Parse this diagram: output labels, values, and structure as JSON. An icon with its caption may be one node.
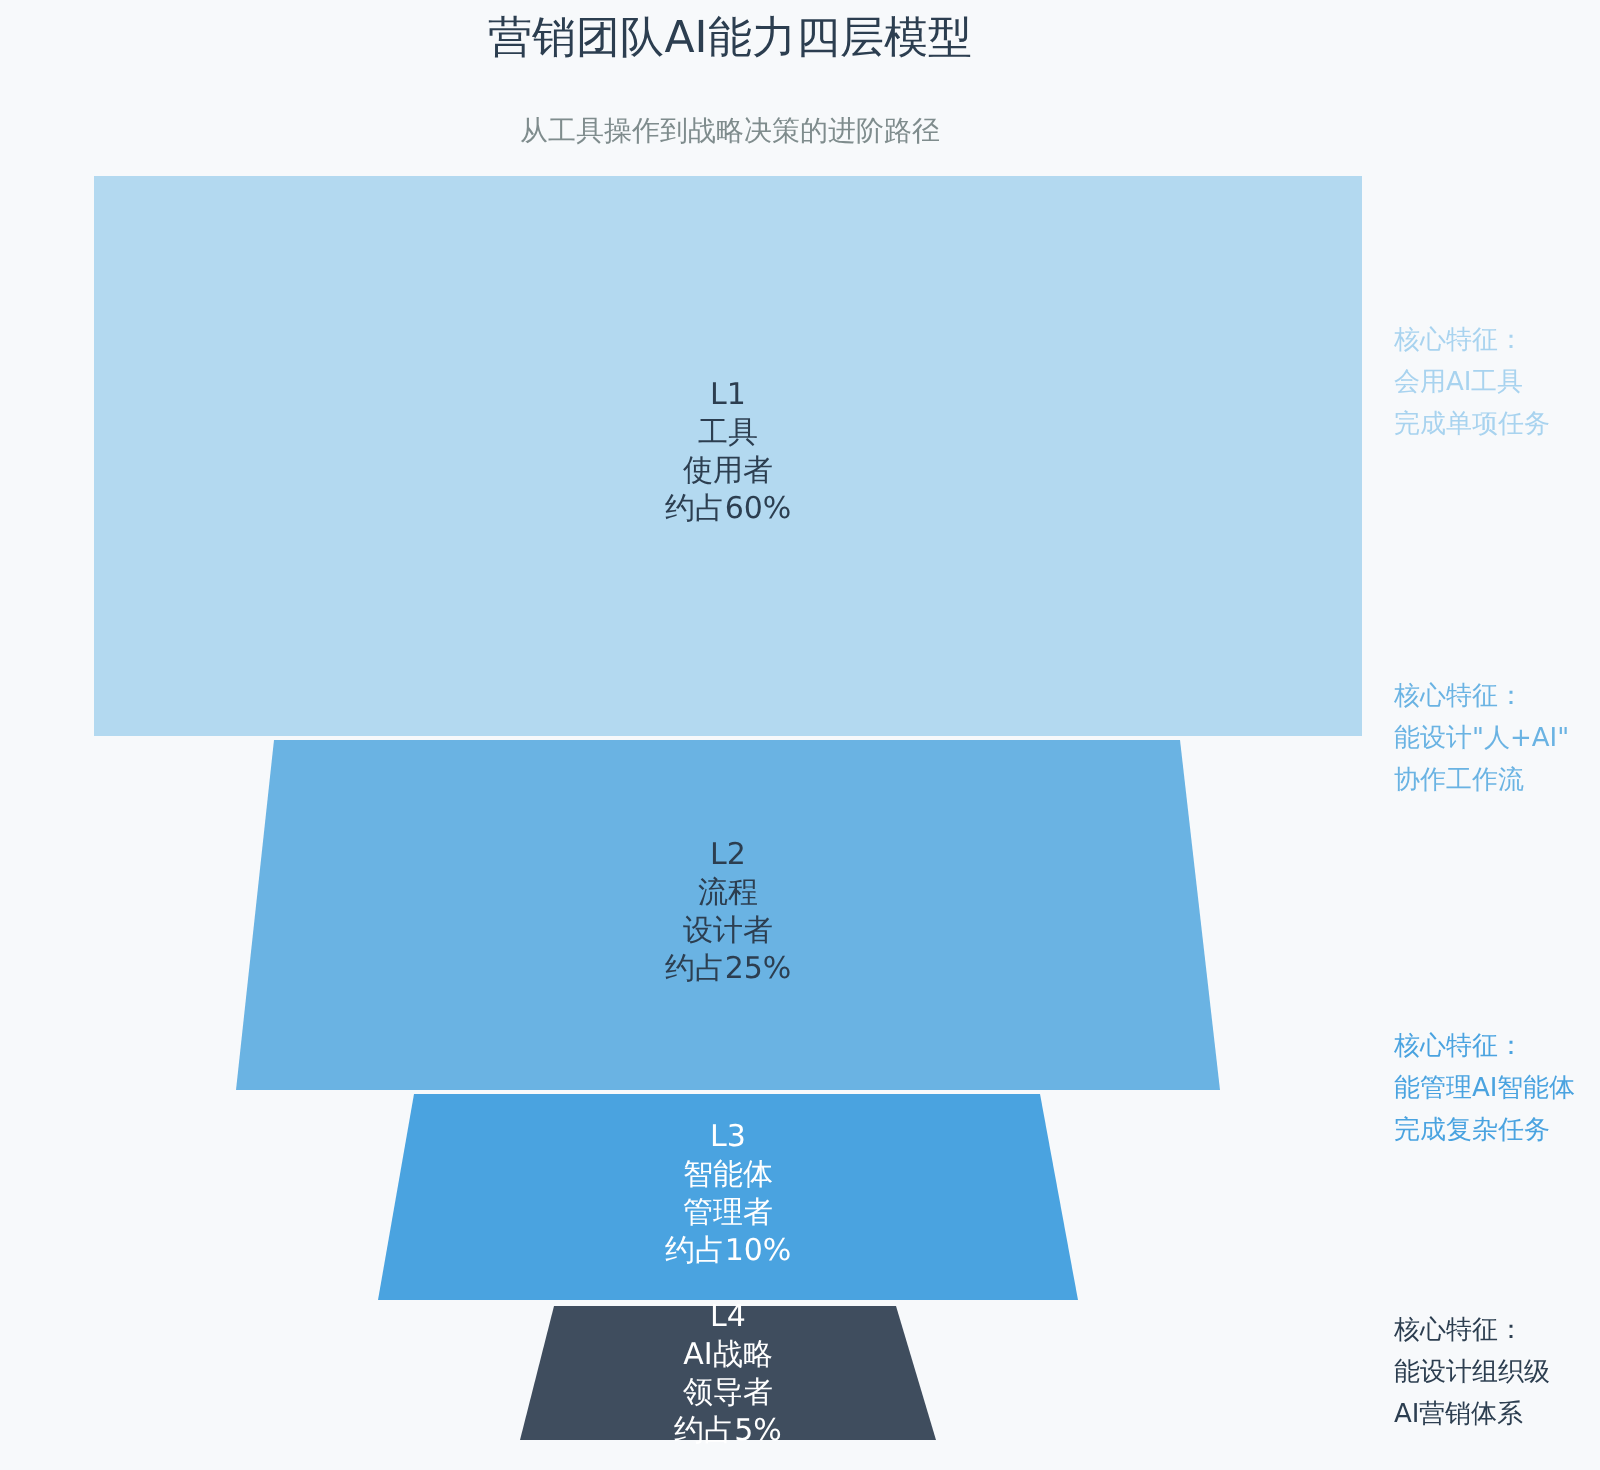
{
  "diagram": {
    "title": "营销团队AI能力四层模型",
    "caption": "从工具操作到战略决策的进阶路径",
    "nodes": [
      {
        "text": [
          "L1",
          "工具",
          "使用者",
          "约占60%"
        ],
        "beside": [
          "核心特征：",
          "会用AI工具",
          "完成单项任务"
        ]
      },
      {
        "text": [
          "L2",
          "流程",
          "设计者",
          "约占25%"
        ],
        "beside": [
          "核心特征：",
          "能设计\"人+AI\"",
          "协作工作流"
        ]
      },
      {
        "text": [
          "L3",
          "智能体",
          "管理者",
          "约占10%"
        ],
        "beside": [
          "核心特征：",
          "能管理AI智能体",
          "完成复杂任务"
        ]
      },
      {
        "text": [
          "L4",
          "AI战略",
          "领导者",
          "约占5%"
        ],
        "beside": [
          "核心特征：",
          "能设计组织级",
          "AI营销体系"
        ]
      }
    ]
  }
}
